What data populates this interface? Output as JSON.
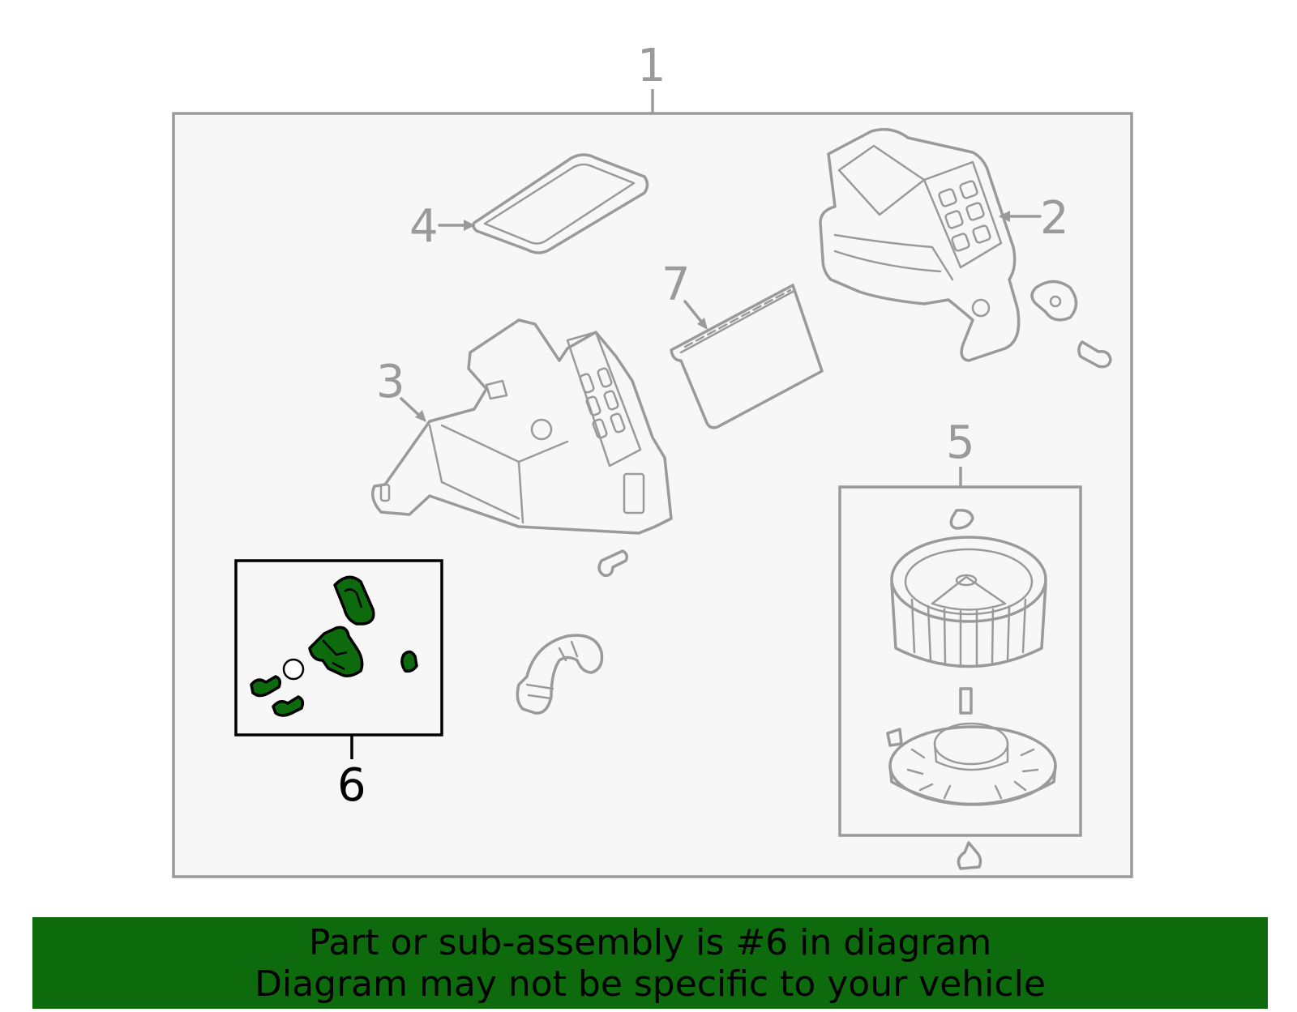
{
  "diagram": {
    "callouts": [
      "1",
      "2",
      "3",
      "4",
      "5",
      "6",
      "7"
    ],
    "highlighted_callout": "6",
    "colors": {
      "background_panel": "#f7f7f7",
      "outline": "#9a9a9a",
      "highlight_fill": "#0d6b0d",
      "highlight_outline": "#000000"
    }
  },
  "banner": {
    "line1": "Part or sub-assembly is #6 in diagram",
    "line2": "Diagram may not be specific to your vehicle",
    "background": "#0d6b0d"
  }
}
